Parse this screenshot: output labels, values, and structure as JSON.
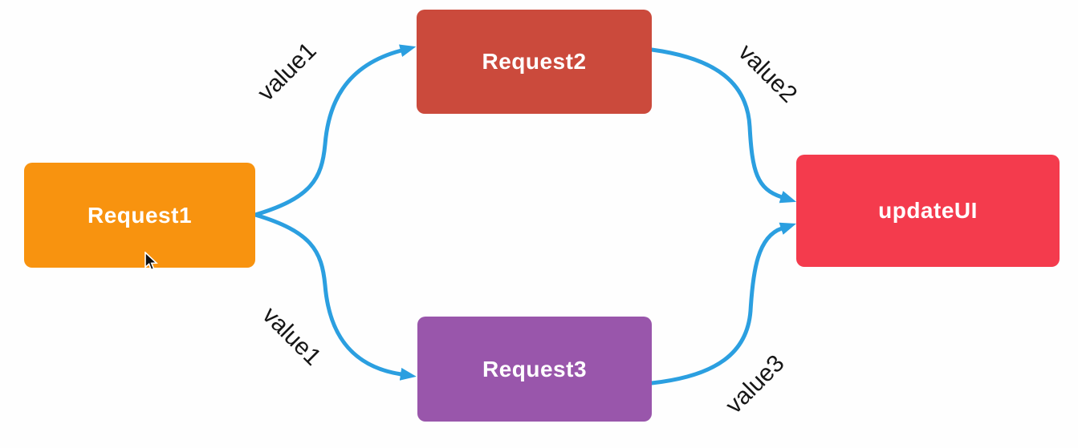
{
  "diagram": {
    "background": "#FEFEFE",
    "arrow_color": "#2B9FE0",
    "edge_label_color": "#161616",
    "nodes": [
      {
        "id": "request1",
        "label": "Request1",
        "color": "#F8930F"
      },
      {
        "id": "request2",
        "label": "Request2",
        "color": "#CB4A3C"
      },
      {
        "id": "request3",
        "label": "Request3",
        "color": "#9956AB"
      },
      {
        "id": "updateui",
        "label": "updateUI",
        "color": "#F43B4D"
      }
    ],
    "edges": [
      {
        "from": "Request1",
        "to": "Request2",
        "label": "value1"
      },
      {
        "from": "Request2",
        "to": "updateUI",
        "label": "value2"
      },
      {
        "from": "Request1",
        "to": "Request3",
        "label": "value1"
      },
      {
        "from": "Request3",
        "to": "updateUI",
        "label": "value3"
      }
    ]
  }
}
